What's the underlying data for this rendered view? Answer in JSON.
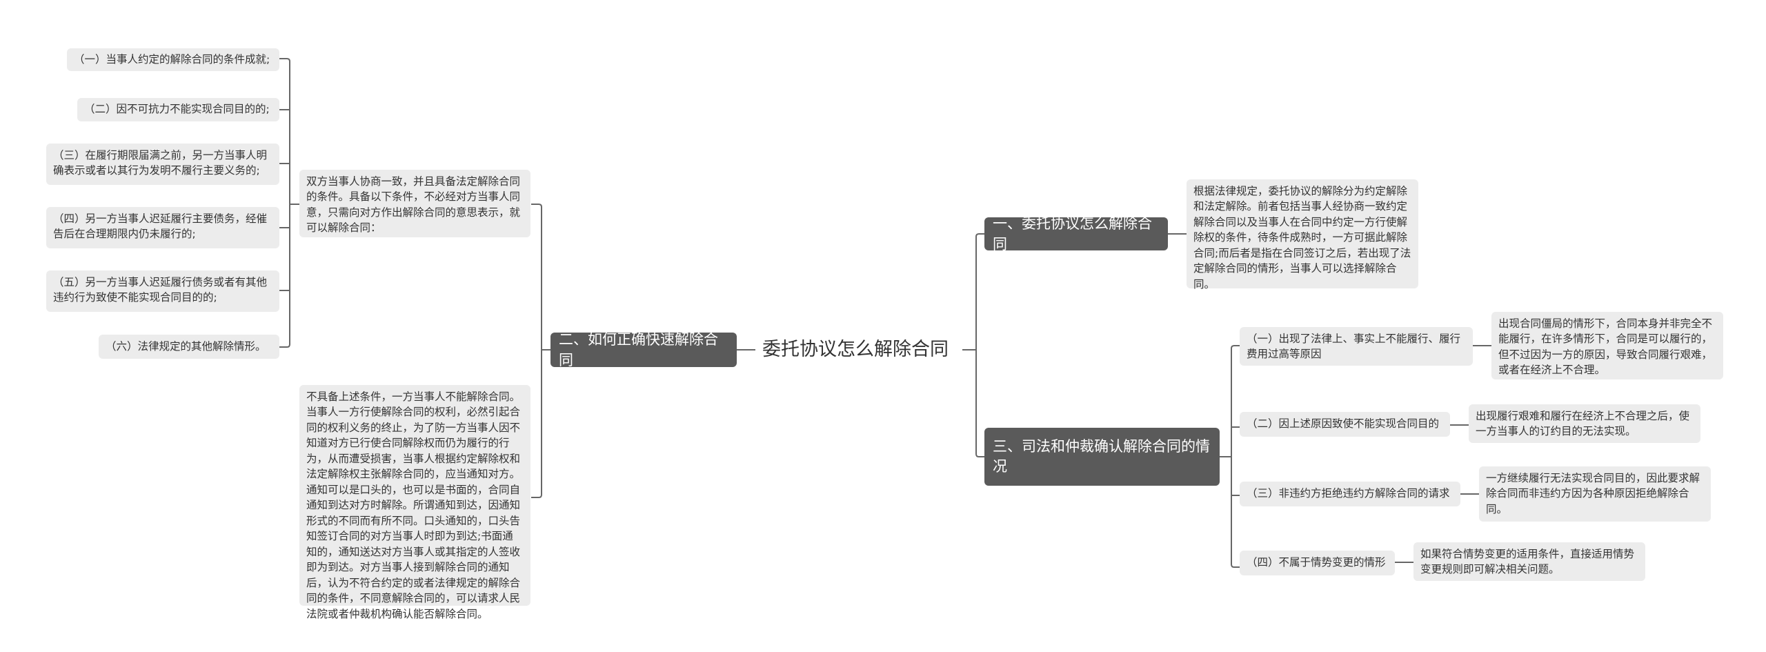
{
  "root": {
    "label": "委托协议怎么解除合同"
  },
  "left": {
    "branch": {
      "label": "二、如何正确快速解除合同"
    },
    "summary1": "双方当事人协商一致，并且具备法定解除合同的条件。具备以下条件，不必经对方当事人同意，只需向对方作出解除合同的意思表示，就可以解除合同：",
    "conditions": [
      "（一）当事人约定的解除合同的条件成就;",
      "（二）因不可抗力不能实现合同目的的;",
      "（三）在履行期限届满之前，另一方当事人明确表示或者以其行为发明不履行主要义务的;",
      "（四）另一方当事人迟延履行主要债务，经催告后在合理期限内仍未履行的;",
      "（五）另一方当事人迟延履行债务或者有其他违约行为致使不能实现合同目的的;",
      "（六）法律规定的其他解除情形。"
    ],
    "summary2": "不具备上述条件，一方当事人不能解除合同。当事人一方行使解除合同的权利，必然引起合同的权利义务的终止，为了防一方当事人因不知道对方已行使合同解除权而仍为履行的行为，从而遭受损害，当事人根据约定解除权和法定解除权主张解除合同的，应当通知对方。通知可以是口头的，也可以是书面的，合同自通知到达对方时解除。所谓通知到达，因通知形式的不同而有所不同。口头通知的，口头告知签订合同的对方当事人时即为到达;书面通知的，通知送达对方当事人或其指定的人签收即为到达。对方当事人接到解除合同的通知后，认为不符合约定的或者法律规定的解除合同的条件，不同意解除合同的，可以请求人民法院或者仲裁机构确认能否解除合同。"
  },
  "right": {
    "branch1": {
      "label": "一、委托协议怎么解除合同",
      "detail": "根据法律规定，委托协议的解除分为约定解除和法定解除。前者包括当事人经协商一致约定解除合同以及当事人在合同中约定一方行使解除权的条件，待条件成熟时，一方可据此解除合同;而后者是指在合同签订之后，若出现了法定解除合同的情形，当事人可以选择解除合同。"
    },
    "branch3": {
      "label": "三、司法和仲裁确认解除合同的情况",
      "items": [
        {
          "label": "（一）出现了法律上、事实上不能履行、履行费用过高等原因",
          "detail": "出现合同僵局的情形下，合同本身并非完全不能履行，在许多情形下，合同是可以履行的，但不过因为一方的原因，导致合同履行艰难，或者在经济上不合理。"
        },
        {
          "label": "（二）因上述原因致使不能实现合同目的",
          "detail": "出现履行艰难和履行在经济上不合理之后，使一方当事人的订约目的无法实现。"
        },
        {
          "label": "（三）非违约方拒绝违约方解除合同的请求",
          "detail": "一方继续履行无法实现合同目的，因此要求解除合同而非违约方因为各种原因拒绝解除合同。"
        },
        {
          "label": "（四）不属于情势变更的情形",
          "detail": "如果符合情势变更的适用条件，直接适用情势变更规则即可解决相关问题。"
        }
      ]
    }
  },
  "colors": {
    "branch_bg": "#5a5a5a",
    "leaf_bg": "#ececec",
    "line": "#666666",
    "text": "#333333"
  }
}
